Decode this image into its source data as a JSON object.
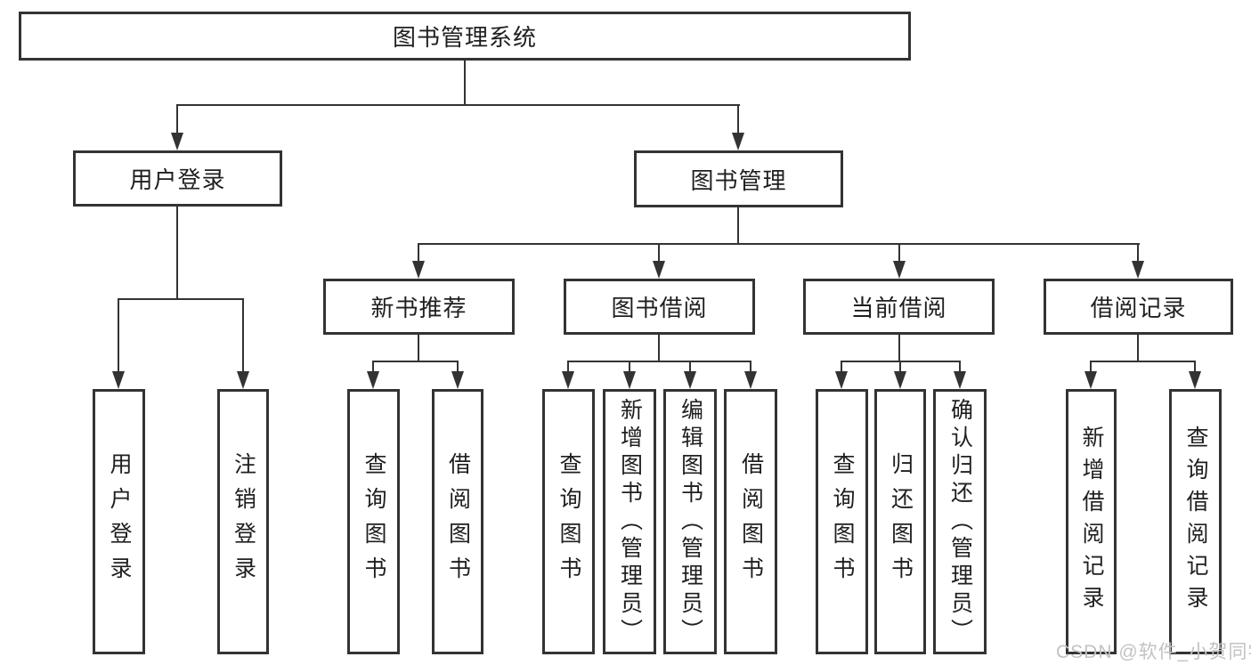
{
  "nodes": {
    "root": {
      "label": "图书管理系统"
    },
    "user_login": {
      "label": "用户登录"
    },
    "book_mgmt": {
      "label": "图书管理"
    },
    "new_book_rec": {
      "label": "新书推荐"
    },
    "book_borrow": {
      "label": "图书借阅"
    },
    "current_borrow": {
      "label": "当前借阅"
    },
    "borrow_record": {
      "label": "借阅记录"
    },
    "leaf_user_login": {
      "label": "用户登录",
      "parent": "用户登录"
    },
    "leaf_logout": {
      "label": "注销登录",
      "parent": "用户登录"
    },
    "leaf_query_book_1": {
      "label": "查询图书",
      "parent": "新书推荐"
    },
    "leaf_borrow_book_1": {
      "label": "借阅图书",
      "parent": "新书推荐"
    },
    "leaf_query_book_2": {
      "label": "查询图书",
      "parent": "图书借阅"
    },
    "leaf_add_book": {
      "label": "新增图书（管理员）",
      "parent": "图书借阅"
    },
    "leaf_edit_book": {
      "label": "编辑图书（管理员）",
      "parent": "图书借阅"
    },
    "leaf_borrow_book_2": {
      "label": "借阅图书",
      "parent": "图书借阅"
    },
    "leaf_query_book_3": {
      "label": "查询图书",
      "parent": "当前借阅"
    },
    "leaf_return_book": {
      "label": "归还图书",
      "parent": "当前借阅"
    },
    "leaf_confirm_return": {
      "label": "确认归还（管理员）",
      "parent": "当前借阅"
    },
    "leaf_add_record": {
      "label": "新增借阅记录",
      "parent": "借阅记录"
    },
    "leaf_query_record": {
      "label": "查询借阅记录",
      "parent": "借阅记录"
    }
  },
  "watermark": {
    "text": "CSDN @软件_小贺同学"
  },
  "colors": {
    "line": "#333333",
    "text": "#1f1f1f",
    "background": "#ffffff",
    "watermark": "#c2c2c2"
  }
}
